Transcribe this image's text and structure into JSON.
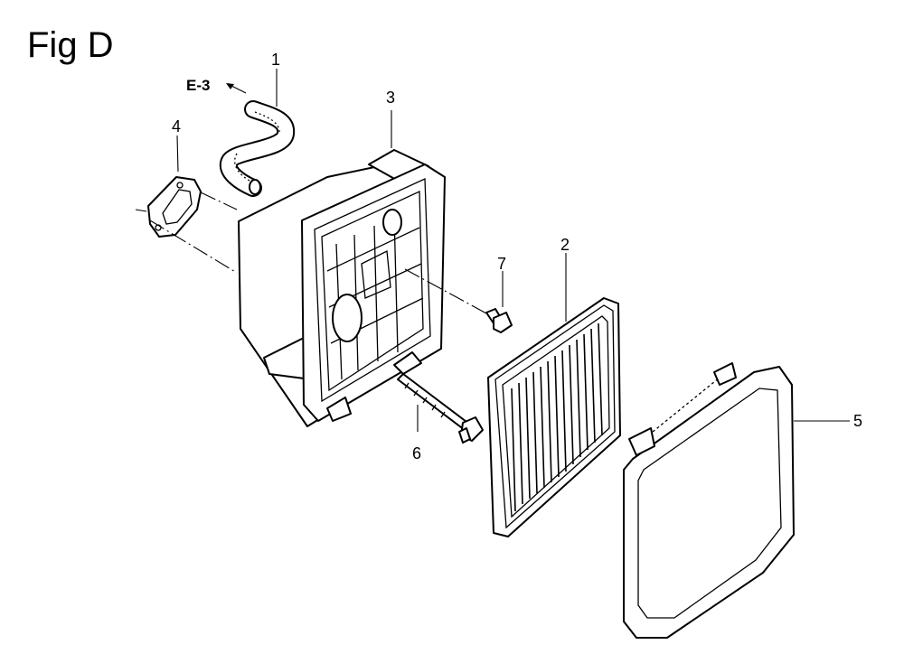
{
  "figure": {
    "title": "Fig D",
    "reference": "E-3"
  },
  "callouts": [
    "1",
    "2",
    "3",
    "4",
    "5",
    "6",
    "7"
  ]
}
